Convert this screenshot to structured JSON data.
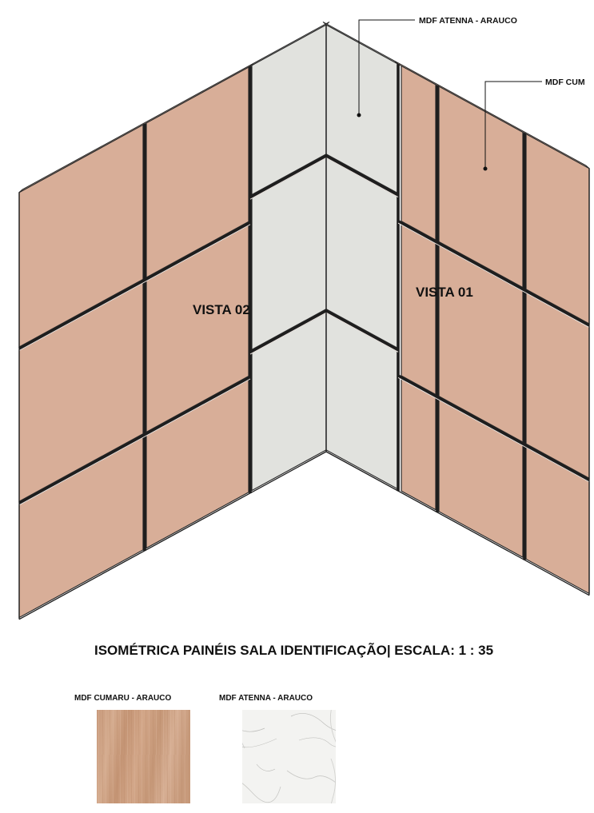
{
  "callouts": {
    "atenna": "MDF ATENNA - ARAUCO",
    "cumaru": "MDF CUM"
  },
  "views": {
    "left": "VISTA 02",
    "right": "VISTA 01"
  },
  "caption": "ISOMÉTRICA PAINÉIS SALA IDENTIFICAÇÃO| ESCALA: 1 : 35",
  "swatches": [
    {
      "title": "MDF CUMARU - ARAUCO",
      "color": "#c99d7f"
    },
    {
      "title": "MDF ATENNA - ARAUCO",
      "color": "#f1f1ef"
    }
  ],
  "colors": {
    "wood_panel": "#d8ae98",
    "marble_panel": "#e1e2de",
    "outline": "#2b2b2b"
  }
}
